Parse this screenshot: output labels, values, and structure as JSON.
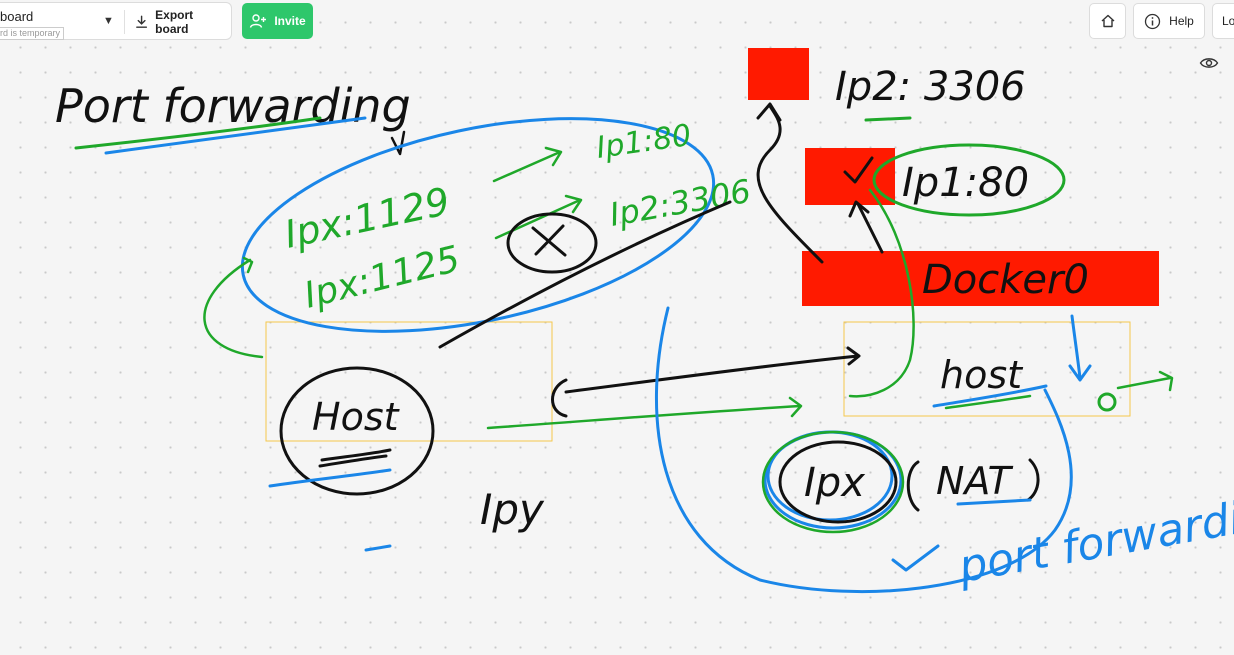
{
  "toolbar": {
    "board_name": "board",
    "board_note": "rd is temporary",
    "export_label": "Export board",
    "invite_label": "Invite",
    "help_label": "Help",
    "login_label": "Lo"
  },
  "icons": {
    "caret": "chevron-down-icon",
    "export": "download-icon",
    "invite": "add-user-icon",
    "home": "home-icon",
    "help": "info-icon",
    "view": "eye-icon"
  },
  "colors": {
    "invite_green": "#2ec76b",
    "note_red": "#ff1a00",
    "frame_yellow": "#f5c84a",
    "ink_black": "#111111",
    "ink_green": "#1fa82a",
    "ink_blue": "#1a86e8"
  },
  "handwriting": {
    "title": "Port forwarding",
    "ip_80_top": "Ip1:80",
    "ip1_1129": "Ipx:1129",
    "ip1_1125": "Ipx:1125",
    "ip2_3306_left": "Ip2:3306",
    "ip2_3306_right": "Ip2: 3306",
    "ip1_80_right": "Ip1:80",
    "docker": "Docker0",
    "host_left": "Host",
    "host_right": "host",
    "ipy": "Ipy",
    "ipx_nat_ipx": "Ipx",
    "ipx_nat_nat": "NAT",
    "port_forward": "port forwarding"
  }
}
